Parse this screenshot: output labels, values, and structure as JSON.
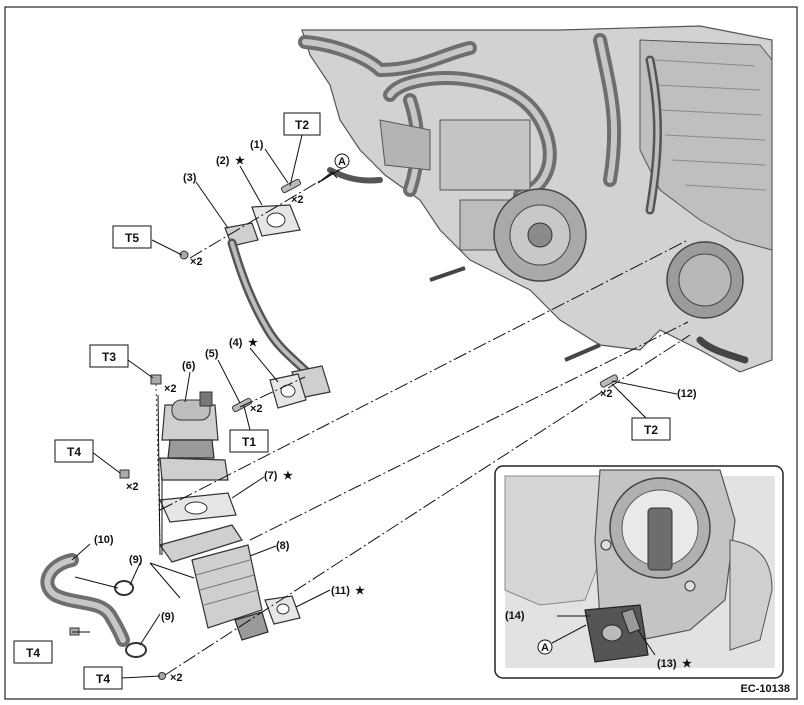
{
  "diagram_code": "EC-10138",
  "torque_boxes": {
    "t2_top": "T2",
    "t5": "T5",
    "t3": "T3",
    "t4_upper": "T4",
    "t1": "T1",
    "t2_right": "T2",
    "t4_left": "T4",
    "t4_bottom": "T4"
  },
  "callouts": {
    "c1": "(1)",
    "c2": "(2)",
    "c3": "(3)",
    "c4": "(4)",
    "c5": "(5)",
    "c6": "(6)",
    "c7": "(7)",
    "c8": "(8)",
    "c9a": "(9)",
    "c9b": "(9)",
    "c10": "(10)",
    "c11": "(11)",
    "c12": "(12)",
    "c13": "(13)",
    "c14": "(14)"
  },
  "multipliers": {
    "m1": "×2",
    "m_t5": "×2",
    "m_t3": "×2",
    "m5": "×2",
    "m_t4u": "×2",
    "m12": "×2",
    "m_t4b": "×2"
  },
  "star_symbol": "★",
  "reference_marks": {
    "a_top": "A",
    "a_inset": "A"
  }
}
